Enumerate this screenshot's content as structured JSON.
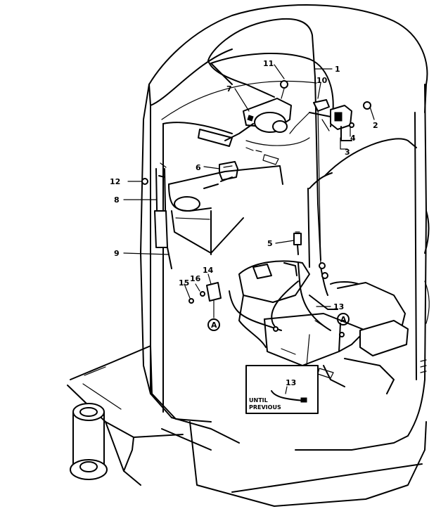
{
  "part_labels": {
    "p1": "1",
    "p2": "2",
    "p3": "3",
    "p4": "4",
    "p5": "5",
    "p6": "6",
    "p7": "7",
    "p8": "8",
    "p9": "9",
    "p10": "10",
    "p11": "11",
    "p12": "12",
    "p13": "13",
    "p14": "14",
    "p15": "15",
    "p16": "16"
  },
  "ref_marks": {
    "a_left": "A",
    "a_right": "A"
  },
  "inset": {
    "line1": "UNTIL",
    "line2": "PREVIOUS",
    "label": "13"
  }
}
